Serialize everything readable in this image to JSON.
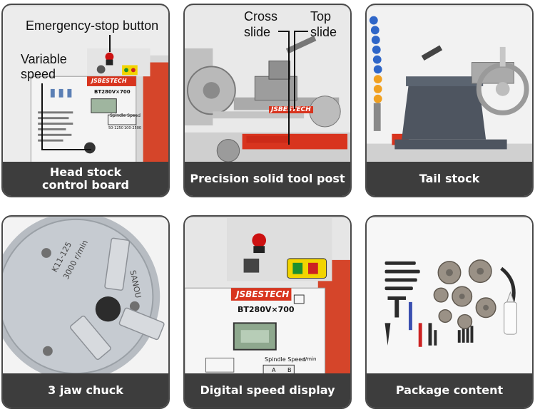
{
  "cards": [
    {
      "caption_line1": "Head stock",
      "caption_line2": "control board",
      "callouts": [
        "Emergency-stop button",
        "Variable",
        "speed"
      ],
      "panel": {
        "brand": "JSBESTECH",
        "model": "BT280V×700",
        "speed_label": "Spindle Speed",
        "range_a": "50-1250",
        "range_b": "100-2500"
      }
    },
    {
      "caption": "Precision solid tool post",
      "callouts": [
        "Cross",
        "slide",
        "Top",
        "slide"
      ]
    },
    {
      "caption": "Tail stock"
    },
    {
      "caption": "3 jaw chuck",
      "engraving": {
        "model": "K11-125",
        "speed": "3000 r/min",
        "brand": "SANOU"
      }
    },
    {
      "caption": "Digital speed display",
      "panel": {
        "brand": "JSBESTECH",
        "model": "BT280V×700",
        "speed_label": "Spindle Speed",
        "unit": "r/min",
        "cols": [
          "A",
          "B"
        ]
      }
    },
    {
      "caption": "Package content"
    }
  ],
  "colors": {
    "caption_bg": "#3d3d3d",
    "brand_red": "#d8341e",
    "border": "#4a4a4a"
  }
}
